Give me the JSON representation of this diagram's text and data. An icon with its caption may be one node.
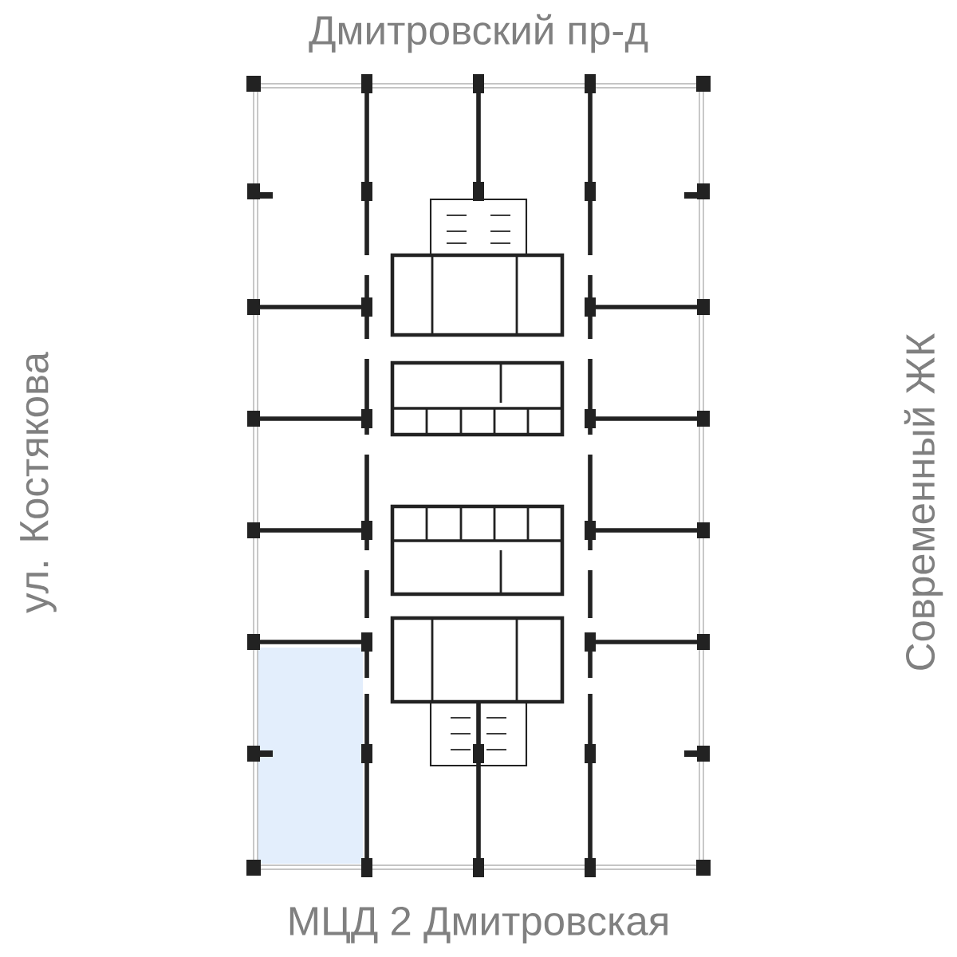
{
  "diagram": {
    "labels": [
      "Дмитровский пр-д",
      "ул. Костякова",
      "Современный ЖК",
      "МЦД 2 Дмитровская"
    ]
  }
}
